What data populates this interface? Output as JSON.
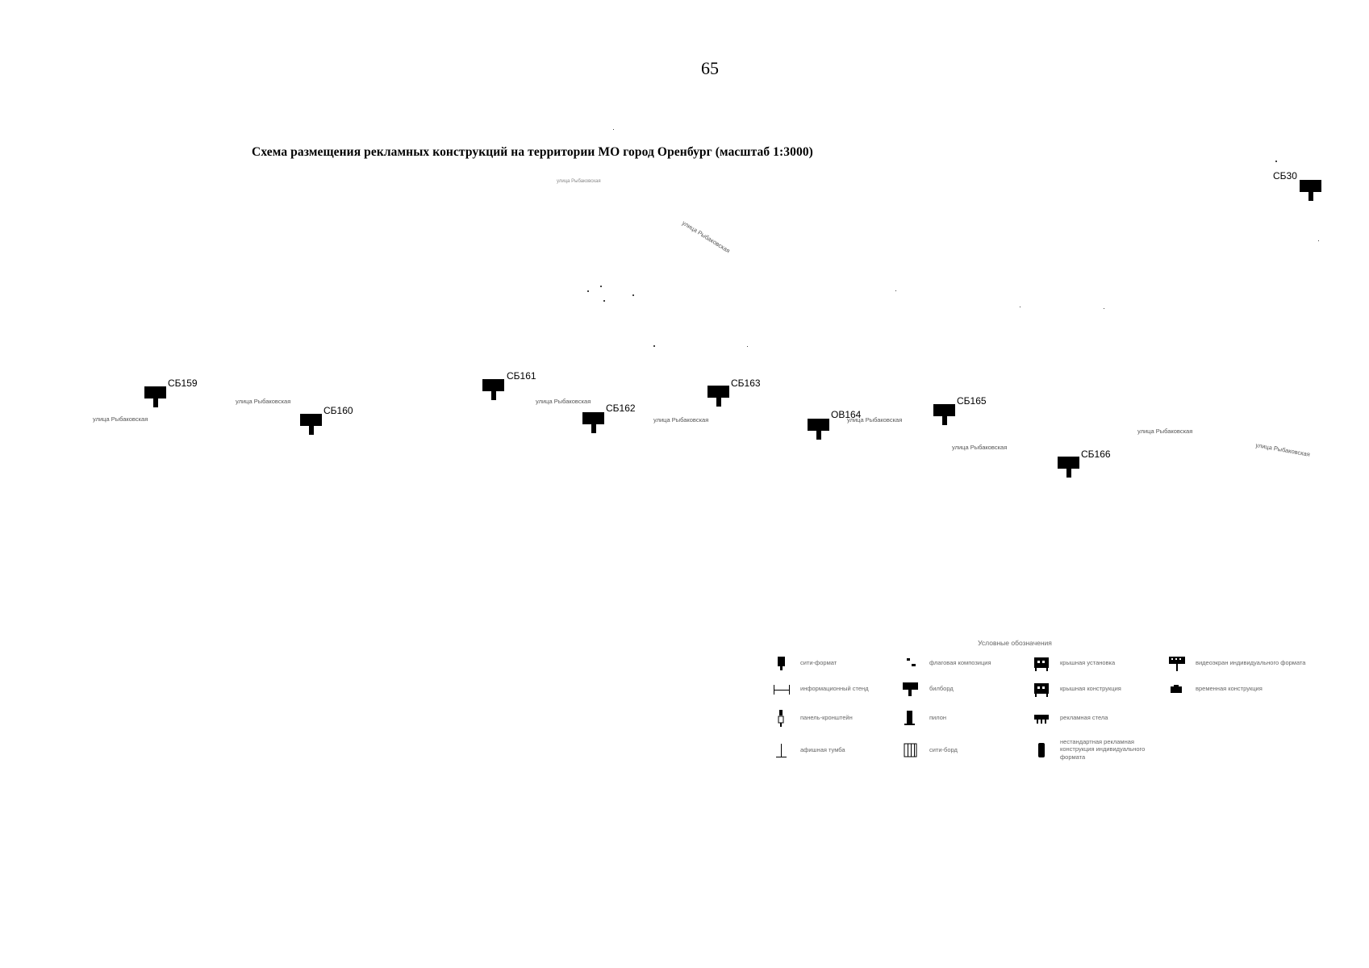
{
  "page_number": "65",
  "title": "Схема размещения рекламных конструкций на территории МО город Оренбург (масштаб 1:3000)",
  "markers": [
    {
      "id": "СБ30"
    },
    {
      "id": "СБ159"
    },
    {
      "id": "СБ160"
    },
    {
      "id": "СБ161"
    },
    {
      "id": "СБ162"
    },
    {
      "id": "СБ163"
    },
    {
      "id": "ОВ164"
    },
    {
      "id": "СБ165"
    },
    {
      "id": "СБ166"
    }
  ],
  "street_labels": [
    "улица Рыбаковская",
    "улица Рыбаковская",
    "улица Рыбаковская",
    "улица Рыбаковская",
    "улица Рыбаковская",
    "улица Рыбаковская",
    "улица Рыбаковская",
    "улица Рыбаковская",
    "улица Рыбаковская",
    "улица Рыбаковская"
  ],
  "legend": {
    "title": "Условные обозначения",
    "items": [
      {
        "icon": "small-format-icon",
        "label": "сити-формат"
      },
      {
        "icon": "flag-composition-icon",
        "label": "флаговая композиция"
      },
      {
        "icon": "roof-installation-icon",
        "label": "крышная установка"
      },
      {
        "icon": "video-screen-icon",
        "label": "видеоэкран индивидуального формата"
      },
      {
        "icon": "info-stand-icon",
        "label": "информационный стенд"
      },
      {
        "icon": "billboard-icon",
        "label": "билборд"
      },
      {
        "icon": "roof-construction-icon",
        "label": "крышная конструкция"
      },
      {
        "icon": "temporary-construction-icon",
        "label": "временная конструкция"
      },
      {
        "icon": "panel-bracket-icon",
        "label": "панель-кронштейн"
      },
      {
        "icon": "pylon-icon",
        "label": "пилон"
      },
      {
        "icon": "advertising-stand-icon",
        "label": "рекламная стела"
      },
      {
        "icon": "poster-stand-icon",
        "label": "афишная тумба"
      },
      {
        "icon": "city-board-icon",
        "label": "сити-борд"
      },
      {
        "icon": "individual-format-icon",
        "label": "нестандартная рекламная конструкция индивидуального формата"
      }
    ]
  },
  "colors": {
    "ink": "#000000",
    "faint": "#666666",
    "background": "#ffffff"
  }
}
